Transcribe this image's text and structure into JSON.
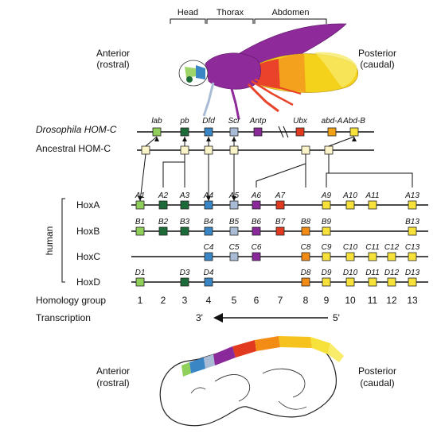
{
  "fly": {
    "segments": [
      "Head",
      "Thorax",
      "Abdomen"
    ],
    "anterior": [
      "Anterior",
      "(rostral)"
    ],
    "posterior": [
      "Posterior",
      "(caudal)"
    ]
  },
  "drosophila": {
    "label": "Drosophila HOM-C",
    "genes": [
      {
        "name": "lab",
        "color": "#8fcf5a"
      },
      {
        "name": "pb",
        "color": "#1e6b3a"
      },
      {
        "name": "Dfd",
        "color": "#3a86c4"
      },
      {
        "name": "Scr",
        "color": "#a9bcd6"
      },
      {
        "name": "Antp",
        "color": "#8a2a9a"
      },
      {
        "name": "Ubx",
        "color": "#e13a1e"
      },
      {
        "name": "abd-A",
        "color": "#f2a014"
      },
      {
        "name": "Abd-B",
        "color": "#f6e23a"
      }
    ]
  },
  "ancestral": {
    "label": "Ancestral HOM-C",
    "color": "#fbf4c9"
  },
  "human": {
    "label": "human",
    "clusters": [
      {
        "name": "HoxA",
        "genes": [
          "A1",
          "A2",
          "A3",
          "A4",
          "A5",
          "A6",
          "A7",
          "",
          "A9",
          "A10",
          "A11",
          "",
          "A13"
        ]
      },
      {
        "name": "HoxB",
        "genes": [
          "B1",
          "B2",
          "B3",
          "B4",
          "B5",
          "B6",
          "B7",
          "B8",
          "B9",
          "",
          "",
          "",
          "B13"
        ]
      },
      {
        "name": "HoxC",
        "genes": [
          "",
          "",
          "",
          "C4",
          "C5",
          "C6",
          "",
          "C8",
          "C9",
          "C10",
          "C11",
          "C12",
          "C13"
        ]
      },
      {
        "name": "HoxD",
        "genes": [
          "D1",
          "",
          "D3",
          "D4",
          "",
          "",
          "",
          "D8",
          "D9",
          "D10",
          "D11",
          "D12",
          "D13"
        ]
      }
    ],
    "group_colors": [
      "#8fcf5a",
      "#1e6b3a",
      "#1e6b3a",
      "#3a86c4",
      "#a9bcd6",
      "#8a2a9a",
      "#e13a1e",
      "#f28c14",
      "#f6e23a",
      "#f6e23a",
      "#f6e23a",
      "#f6e23a",
      "#f6e23a"
    ]
  },
  "homology": {
    "label": "Homology group",
    "numbers": [
      "1",
      "2",
      "3",
      "4",
      "5",
      "6",
      "7",
      "8",
      "9",
      "10",
      "11",
      "12",
      "13"
    ]
  },
  "transcription": {
    "label": "Transcription",
    "three_prime": "3'",
    "five_prime": "5'"
  },
  "embryo": {
    "anterior": [
      "Anterior",
      "(rostral)"
    ],
    "posterior": [
      "Posterior",
      "(caudal)"
    ]
  }
}
